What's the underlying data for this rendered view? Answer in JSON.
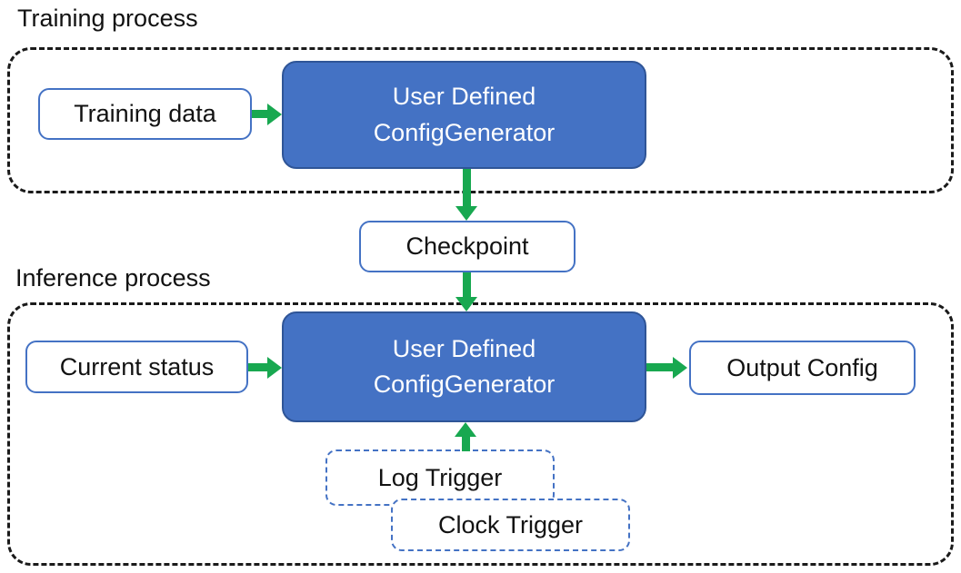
{
  "colors": {
    "box_blue_fill": "#4472C4",
    "box_blue_border": "#2F5597",
    "white_box_border": "#4472C4",
    "trigger_border": "#4472C4",
    "arrow_green": "#18A850",
    "container_border": "#1a1a1a",
    "text_dark": "#121212",
    "text_light": "#ffffff",
    "page_bg": "#ffffff"
  },
  "sections": {
    "training": {
      "label": "Training process"
    },
    "inference": {
      "label": "Inference process"
    }
  },
  "nodes": {
    "training_data": {
      "label": "Training data"
    },
    "generator_training": {
      "line1": "User Defined",
      "line2": "ConfigGenerator"
    },
    "checkpoint": {
      "label": "Checkpoint"
    },
    "current_status": {
      "label": "Current status"
    },
    "generator_inference": {
      "line1": "User Defined",
      "line2": "ConfigGenerator"
    },
    "output_config": {
      "label": "Output Config"
    },
    "log_trigger": {
      "label": "Log Trigger"
    },
    "clock_trigger": {
      "label": "Clock Trigger"
    }
  },
  "edges": [
    {
      "from": "training_data",
      "to": "generator_training",
      "direction": "right"
    },
    {
      "from": "generator_training",
      "to": "checkpoint",
      "direction": "down"
    },
    {
      "from": "checkpoint",
      "to": "generator_inference",
      "direction": "down"
    },
    {
      "from": "current_status",
      "to": "generator_inference",
      "direction": "right"
    },
    {
      "from": "generator_inference",
      "to": "output_config",
      "direction": "right"
    },
    {
      "from": "log_trigger",
      "to": "generator_inference",
      "direction": "up"
    }
  ]
}
